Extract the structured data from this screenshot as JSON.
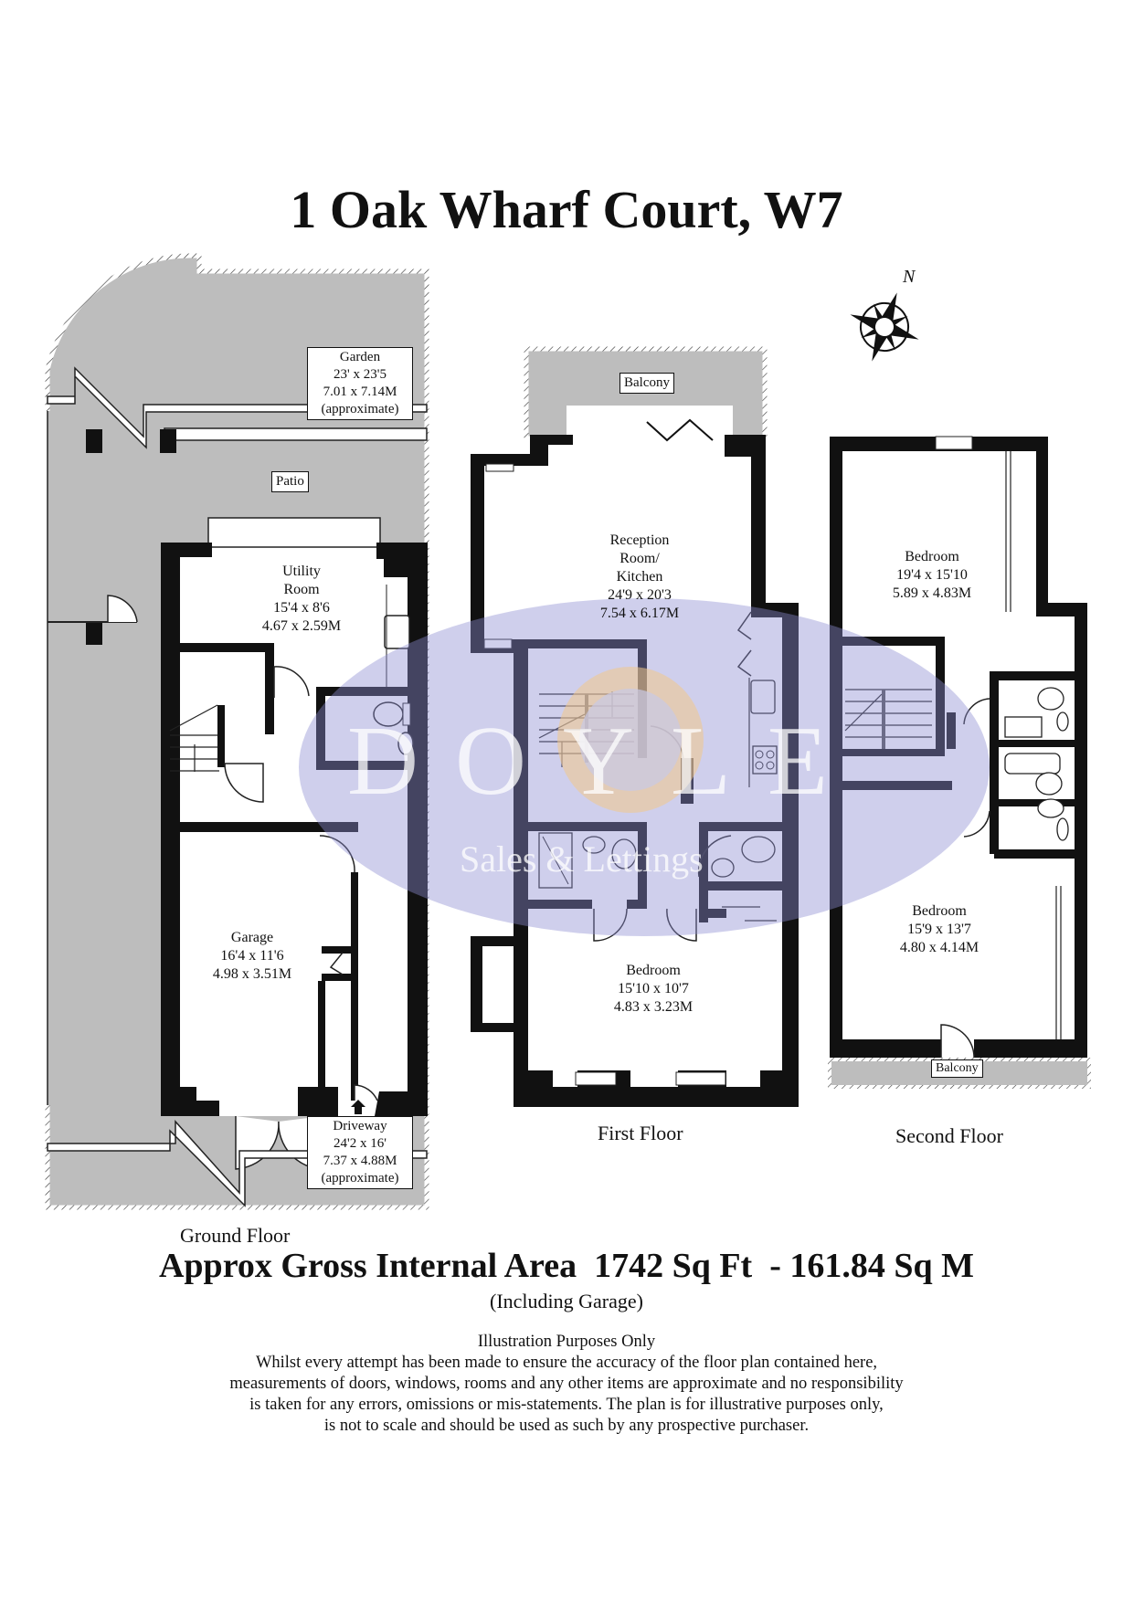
{
  "title": "1 Oak Wharf Court, W7",
  "compass": {
    "label": "N",
    "icon": "compass-rose-icon"
  },
  "watermark": {
    "brand": "DOYLE",
    "tagline": "Sales & Lettings",
    "colors": {
      "ellipse": "#c9c9e6",
      "accent": "#f3c98a"
    }
  },
  "floors": {
    "ground": {
      "label": "Ground Floor",
      "rooms": [
        {
          "name": "Garden",
          "imperial": "23' x 23'5",
          "metric": "7.01 x 7.14M",
          "note": "(approximate)"
        },
        {
          "name": "Patio"
        },
        {
          "name": "Utility Room",
          "name_lines": [
            "Utility",
            "Room"
          ],
          "imperial": "15'4 x 8'6",
          "metric": "4.67 x 2.59M"
        },
        {
          "name": "Garage",
          "imperial": "16'4 x 11'6",
          "metric": "4.98 x 3.51M"
        },
        {
          "name": "Driveway",
          "imperial": "24'2 x 16'",
          "metric": "7.37 x 4.88M",
          "note": "(approximate)"
        }
      ]
    },
    "first": {
      "label": "First Floor",
      "rooms": [
        {
          "name": "Balcony"
        },
        {
          "name": "Reception Room/ Kitchen",
          "name_lines": [
            "Reception",
            "Room/",
            "Kitchen"
          ],
          "imperial": "24'9 x 20'3",
          "metric": "7.54 x 6.17M"
        },
        {
          "name": "Bedroom",
          "imperial": "15'10 x 10'7",
          "metric": "4.83 x 3.23M"
        }
      ]
    },
    "second": {
      "label": "Second Floor",
      "rooms": [
        {
          "name": "Bedroom",
          "imperial": "19'4 x 15'10",
          "metric": "5.89 x 4.83M"
        },
        {
          "name": "Bedroom",
          "imperial": "15'9 x 13'7",
          "metric": "4.80 x 4.14M"
        },
        {
          "name": "Balcony"
        }
      ]
    }
  },
  "area": {
    "text": "Approx Gross Internal Area  1742 Sq Ft  - 161.84 Sq M",
    "sq_ft": "1742",
    "sq_m": "161.84",
    "note": "(Including Garage)"
  },
  "disclaimer": {
    "heading": "Illustration Purposes Only",
    "lines": [
      "Whilst every attempt has been made to ensure the accuracy of the floor plan contained here,",
      "measurements of doors, windows, rooms and any other items are approximate and no responsibility",
      "is taken for any errors, omissions or mis-statements. The plan is for illustrative purposes only,",
      "is not to scale and should be used as such by any prospective purchaser."
    ]
  }
}
